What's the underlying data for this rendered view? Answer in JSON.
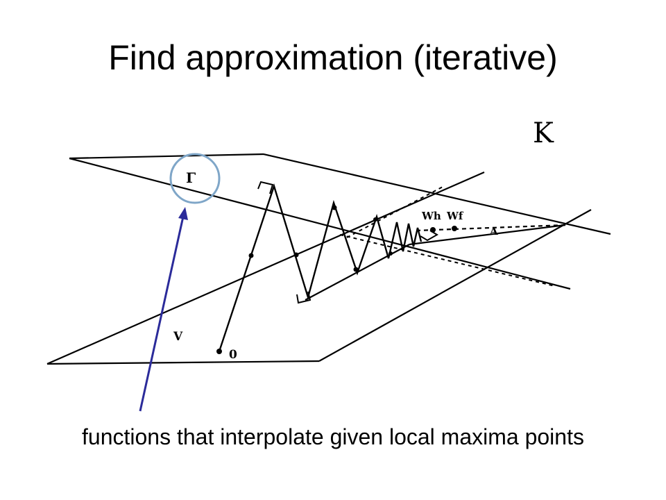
{
  "slide": {
    "title": "Find approximation (iterative)",
    "caption": "functions that interpolate given local maxima points"
  },
  "diagram": {
    "labels": {
      "set_k": "K",
      "gamma": "Γ",
      "v": "V",
      "origin": "0",
      "wh": "Wh",
      "wf": "Wf",
      "a": "A"
    },
    "colors": {
      "highlight_circle": "#7fa6c8",
      "arrow": "#2b2b9a",
      "ink": "#000000"
    }
  }
}
